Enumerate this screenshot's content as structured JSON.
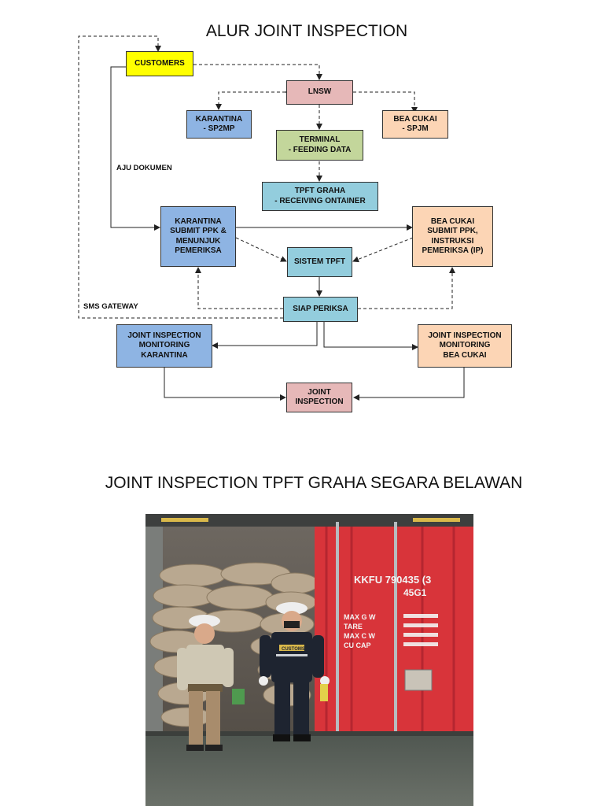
{
  "diagram": {
    "title": "ALUR JOINT INSPECTION",
    "nodes": {
      "customers": "CUSTOMERS",
      "lnsw": "LNSW",
      "karantina_sp2mp": "KARANTINA\n- SP2MP",
      "bea_cukai_spjm": "BEA CUKAI\n- SPJM",
      "terminal": "TERMINAL\n- FEEDING DATA",
      "tpft_graha": "TPFT GRAHA\n- RECEIVING ONTAINER",
      "karantina_submit": "KARANTINA\nSUBMIT PPK &\nMENUNJUK\nPEMERIKSA",
      "bea_cukai_submit": "BEA CUKAI\nSUBMIT PPK,\nINSTRUKSI\nPEMERIKSA (IP)",
      "sistem_tpft": "SISTEM TPFT",
      "siap_periksa": "SIAP PERIKSA",
      "ji_karantina": "JOINT INSPECTION\nMONITORING\nKARANTINA",
      "ji_bea_cukai": "JOINT INSPECTION\nMONITORING\nBEA CUKAI",
      "joint_inspection": "JOINT\nINSPECTION"
    },
    "labels": {
      "aju_dokumen": "AJU DOKUMEN",
      "sms_gateway": "SMS GATEWAY"
    },
    "colors": {
      "yellow": "#ffff00",
      "pink": "#e6b8b8",
      "blue": "#8eb4e3",
      "peach": "#fcd5b5",
      "green": "#c3d69b",
      "cyan": "#93cddd"
    }
  },
  "photo_section": {
    "title": "JOINT INSPECTION TPFT GRAHA SEGARA BELAWAN",
    "container_text": {
      "container_no": "KKFU  790435 (3",
      "type_code": "45G1",
      "max_gw_label": "MAX G W",
      "tare_label": "TARE",
      "max_cw_label": "MAX C W",
      "cu_cap_label": "CU CAP",
      "customs_patch": "CUSTOMS"
    }
  }
}
